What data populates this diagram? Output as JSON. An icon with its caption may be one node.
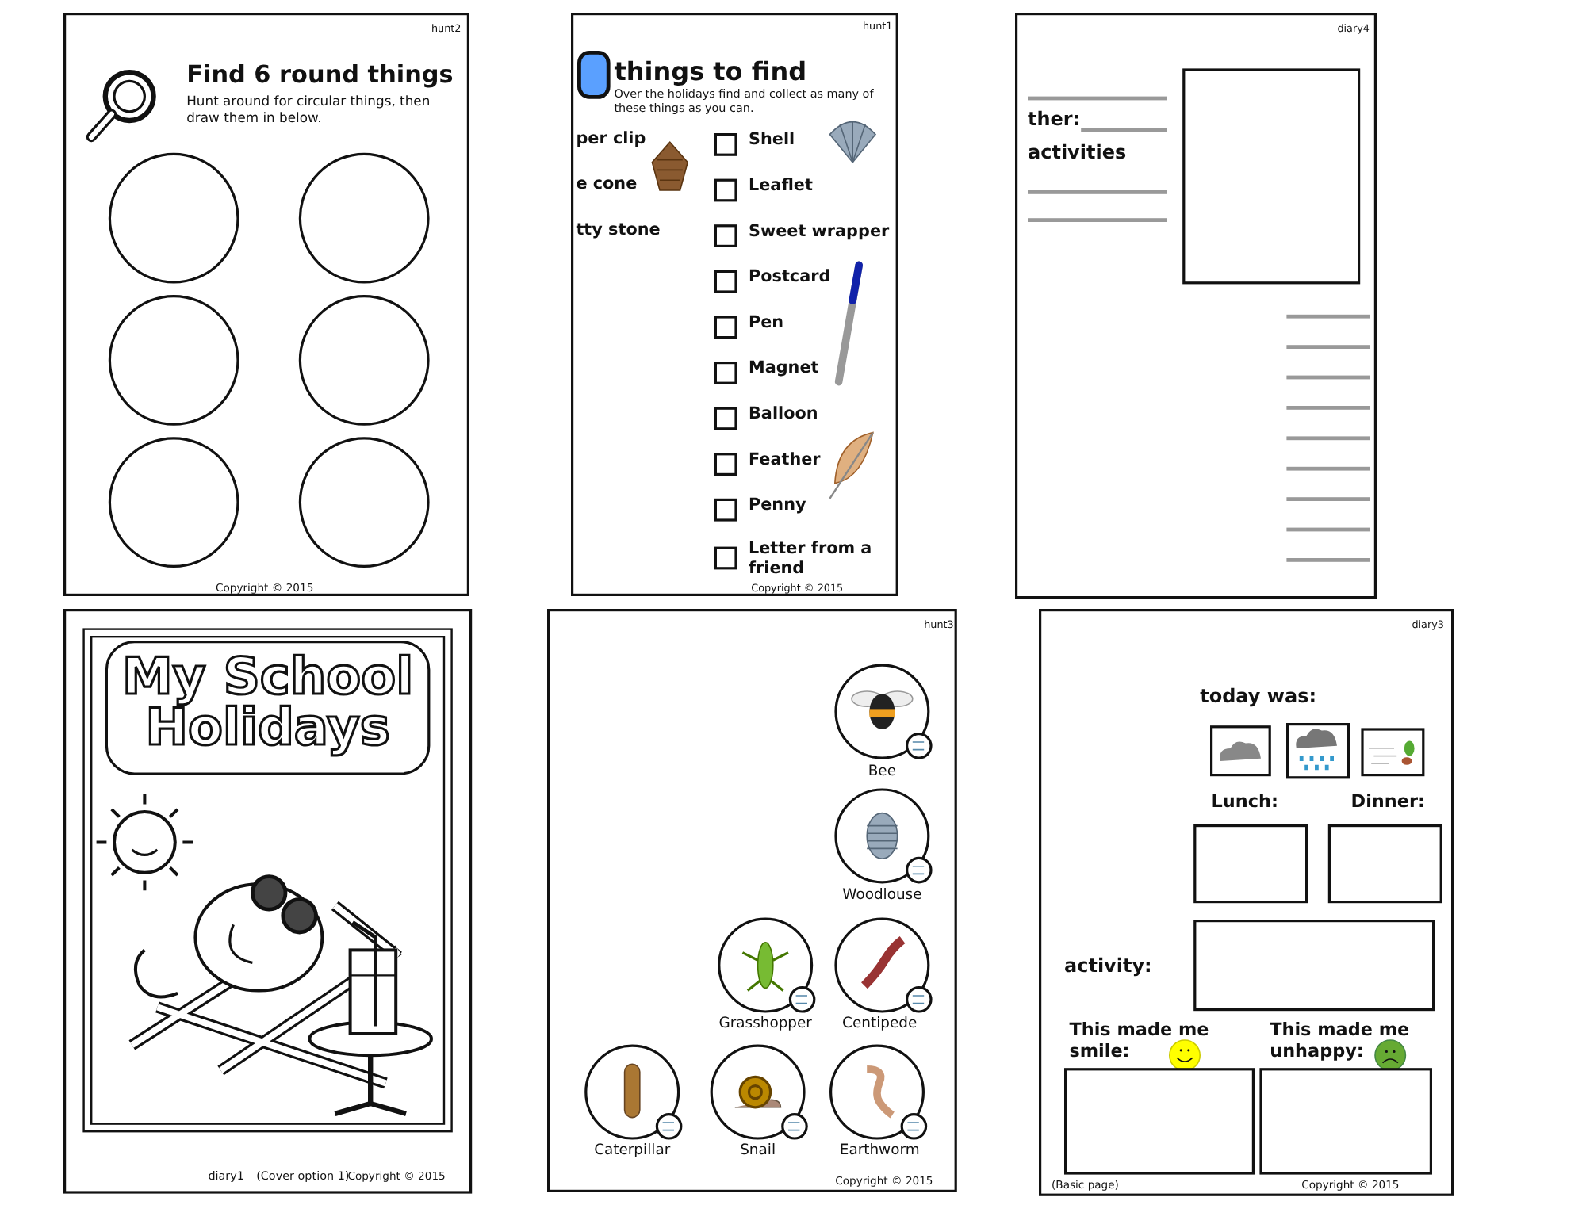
{
  "diagram": {
    "nodes": [
      {
        "text": [
          "My School Holidays",
          "diary1",
          "(Cover option 1)",
          "Copyright © 2015"
        ]
      },
      {
        "text": [
          "hunt2",
          "Find 6 round things",
          "Hunt around for circular things, then draw them in below.",
          "Copyright © 2015"
        ]
      },
      {
        "text": [
          "hunt3",
          "Bee",
          "Woodlouse",
          "Grasshopper",
          "Centipede",
          "Caterpillar",
          "Snail",
          "Earthworm",
          "Copyright © 2015"
        ]
      },
      {
        "text": [
          "hunt1",
          "things to find",
          "Over the holidays find and collect as many of these things as you can.",
          "per clip",
          "e cone",
          "tty stone",
          "Shell",
          "Leaflet",
          "Sweet wrapper",
          "Postcard",
          "Pen",
          "Magnet",
          "Balloon",
          "Feather",
          "Penny",
          "Letter from a friend",
          "Copyright © 2015"
        ]
      },
      {
        "text": [
          "diary3",
          "today was:",
          "Lunch:",
          "Dinner:",
          "activity:",
          "This made me smile:",
          "This made me unhappy:",
          "(Basic page)",
          "Copyright © 2015"
        ]
      },
      {
        "text": [
          "diary4",
          "ther:",
          "activities"
        ]
      }
    ]
  }
}
